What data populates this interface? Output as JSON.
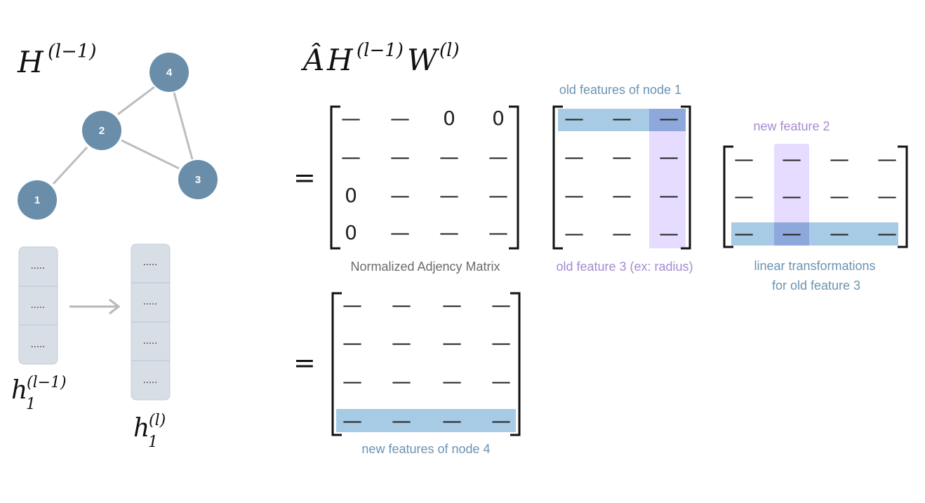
{
  "colors": {
    "node": "#6a8eaa",
    "edge": "#bdbdbd",
    "row_highlight": "#a7cbe4",
    "col_highlight": "#e6dcff",
    "overlap": "#8fa8dc",
    "blue_text": "#6a93b2",
    "purple_text": "#a58bd0",
    "gray_text": "#6b6b6b",
    "feature_box": "#d8dee6",
    "arrow": "#b9b9b9"
  },
  "labels": {
    "h_prev": "H",
    "h_prev_sup": "(l−1)",
    "expr_a": "Â",
    "expr_h": "H",
    "expr_h_sup": "(l−1)",
    "expr_w": "W",
    "expr_w_sup": "(l)",
    "vec_h": "h",
    "vec_sub": "1",
    "vec_prev_sup": "(l−1)",
    "vec_new_sup": "(l)",
    "equals": "="
  },
  "graph": {
    "nodes": [
      "4",
      "2",
      "3",
      "1"
    ]
  },
  "feature_vectors": {
    "placeholder": "....."
  },
  "adjacency_matrix": {
    "rows": [
      [
        "—",
        "—",
        "0",
        "0"
      ],
      [
        "—",
        "—",
        "—",
        "—"
      ],
      [
        "0",
        "—",
        "—",
        "—"
      ],
      [
        "0",
        "—",
        "—",
        "—"
      ]
    ],
    "caption": "Normalized Adjency Matrix"
  },
  "feature_matrix": {
    "rows": [
      [
        "—",
        "—",
        "—"
      ],
      [
        "—",
        "—",
        "—"
      ],
      [
        "—",
        "—",
        "—"
      ],
      [
        "—",
        "—",
        "—"
      ]
    ],
    "caption_top": "old features of node 1",
    "caption_bottom": "old feature 3 (ex: radius)"
  },
  "weight_matrix": {
    "rows": [
      [
        "—",
        "—",
        "—",
        "—"
      ],
      [
        "—",
        "—",
        "—",
        "—"
      ],
      [
        "—",
        "—",
        "—",
        "—"
      ]
    ],
    "caption_top": "new feature 2",
    "caption_bottom_1": "linear transformations",
    "caption_bottom_2": "for old feature 3"
  },
  "result_matrix": {
    "rows": [
      [
        "—",
        "—",
        "—",
        "—"
      ],
      [
        "—",
        "—",
        "—",
        "—"
      ],
      [
        "—",
        "—",
        "—",
        "—"
      ],
      [
        "—",
        "—",
        "—",
        "—"
      ]
    ],
    "caption": "new features of node 4"
  }
}
